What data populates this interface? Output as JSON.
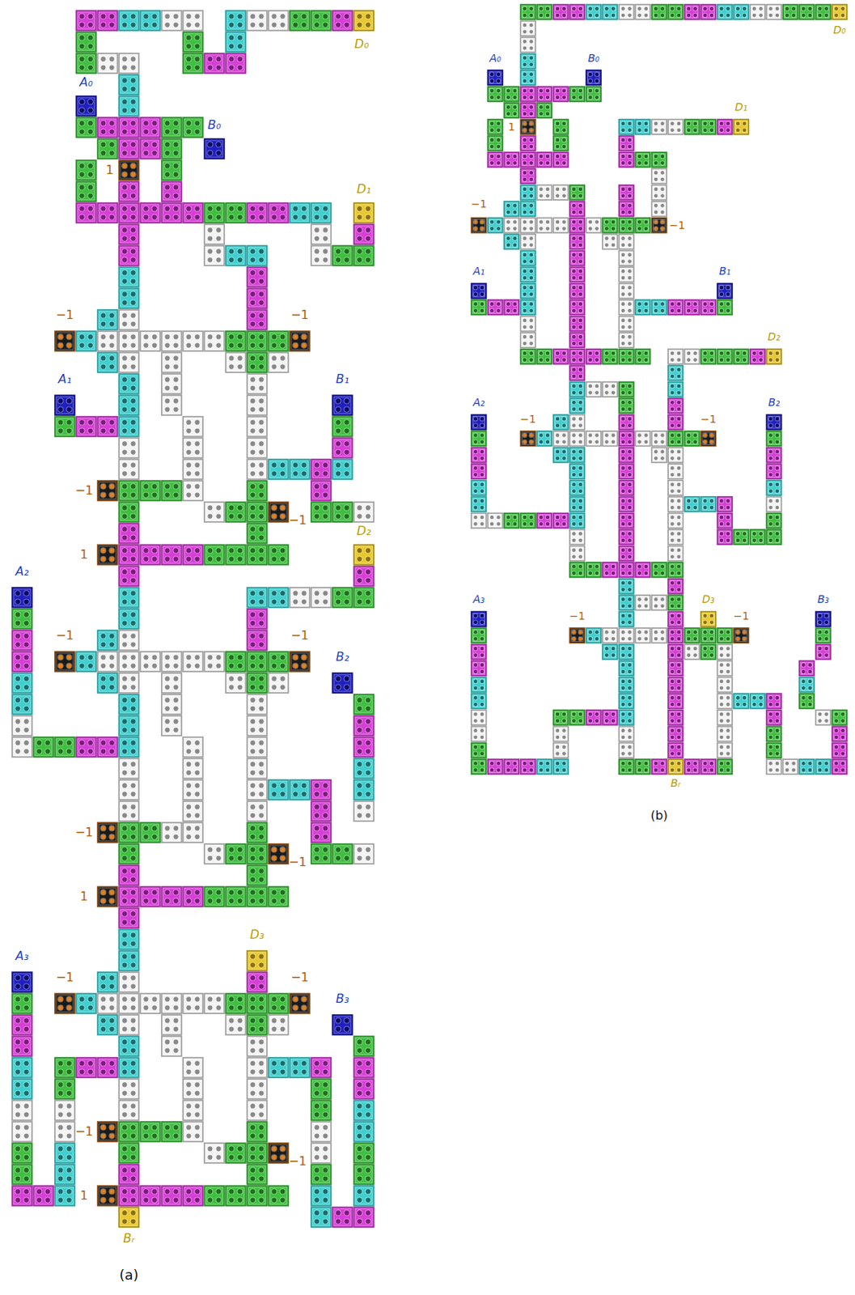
{
  "diagram": {
    "labels": [
      "D₀",
      "A₀",
      "B₀",
      "1",
      "D₁",
      "−1",
      "−1",
      "A₁",
      "B₁",
      "−1",
      "−1",
      "1",
      "D₂",
      "A₂",
      "−1",
      "−1",
      "B₂",
      "−1",
      "−1",
      "1",
      "D₃",
      "A₃",
      "−1",
      "−1",
      "B₃",
      "−1",
      "−1",
      "1",
      "Bᵣ",
      "(a)",
      "D₀",
      "A₀",
      "B₀",
      "1",
      "D₁",
      "−1",
      "−1",
      "A₁",
      "B₁",
      "D₂",
      "A₂",
      "−1",
      "−1",
      "B₂",
      "D₃",
      "A₃",
      "−1",
      "−1",
      "B₃",
      "Bᵣ",
      "(b)"
    ]
  }
}
